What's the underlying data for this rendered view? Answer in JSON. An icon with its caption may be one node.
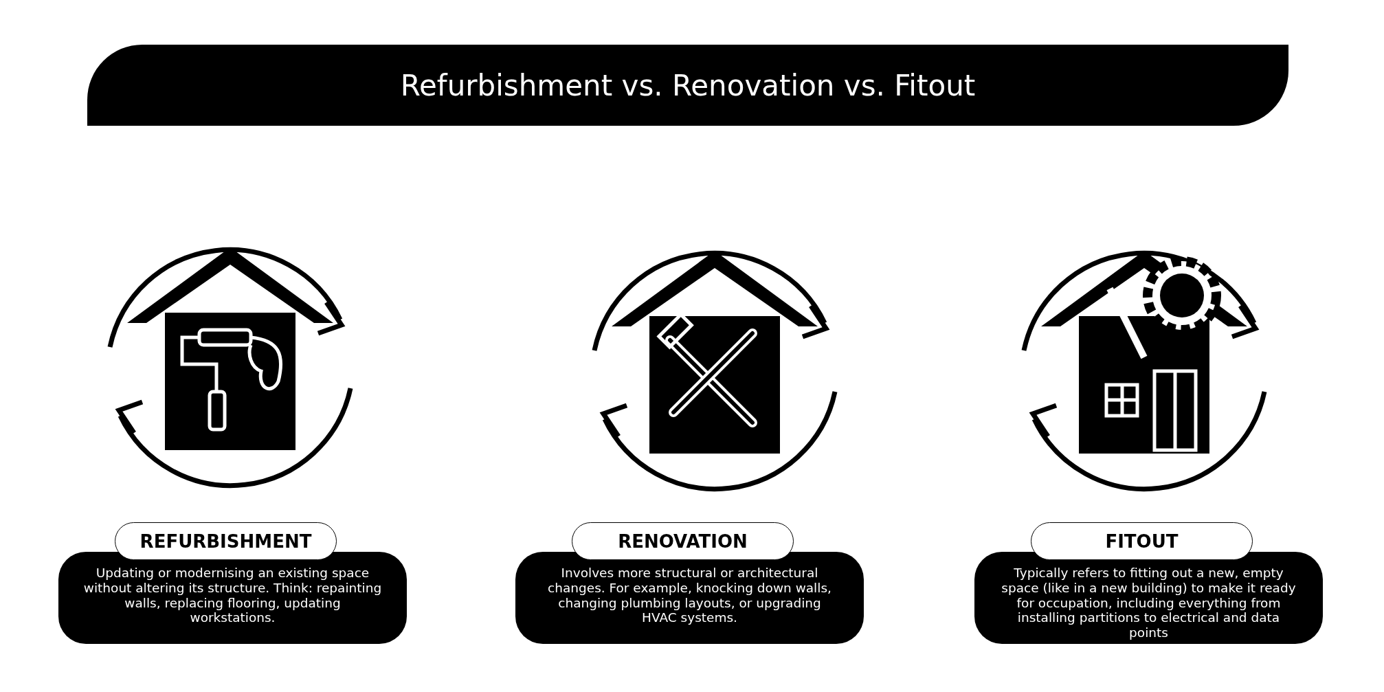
{
  "diagram": {
    "title": "Refurbishment vs. Renovation vs. Fitout",
    "nodes": [
      {
        "text": [
          "REFURBISHMENT",
          "Updating or modernising an existing space without altering its structure. Think: repainting walls, replacing flooring, updating workstations."
        ]
      },
      {
        "text": [
          "RENOVATION",
          "Involves more structural or architectural changes. For example, knocking down walls, changing plumbing layouts, or upgrading HVAC systems."
        ]
      },
      {
        "text": [
          "FITOUT",
          "Typically refers to fitting out a new, empty space (like in a new building) to make it ready for occupation, including everything from installing partitions to electrical and data points"
        ]
      }
    ],
    "edges": []
  }
}
